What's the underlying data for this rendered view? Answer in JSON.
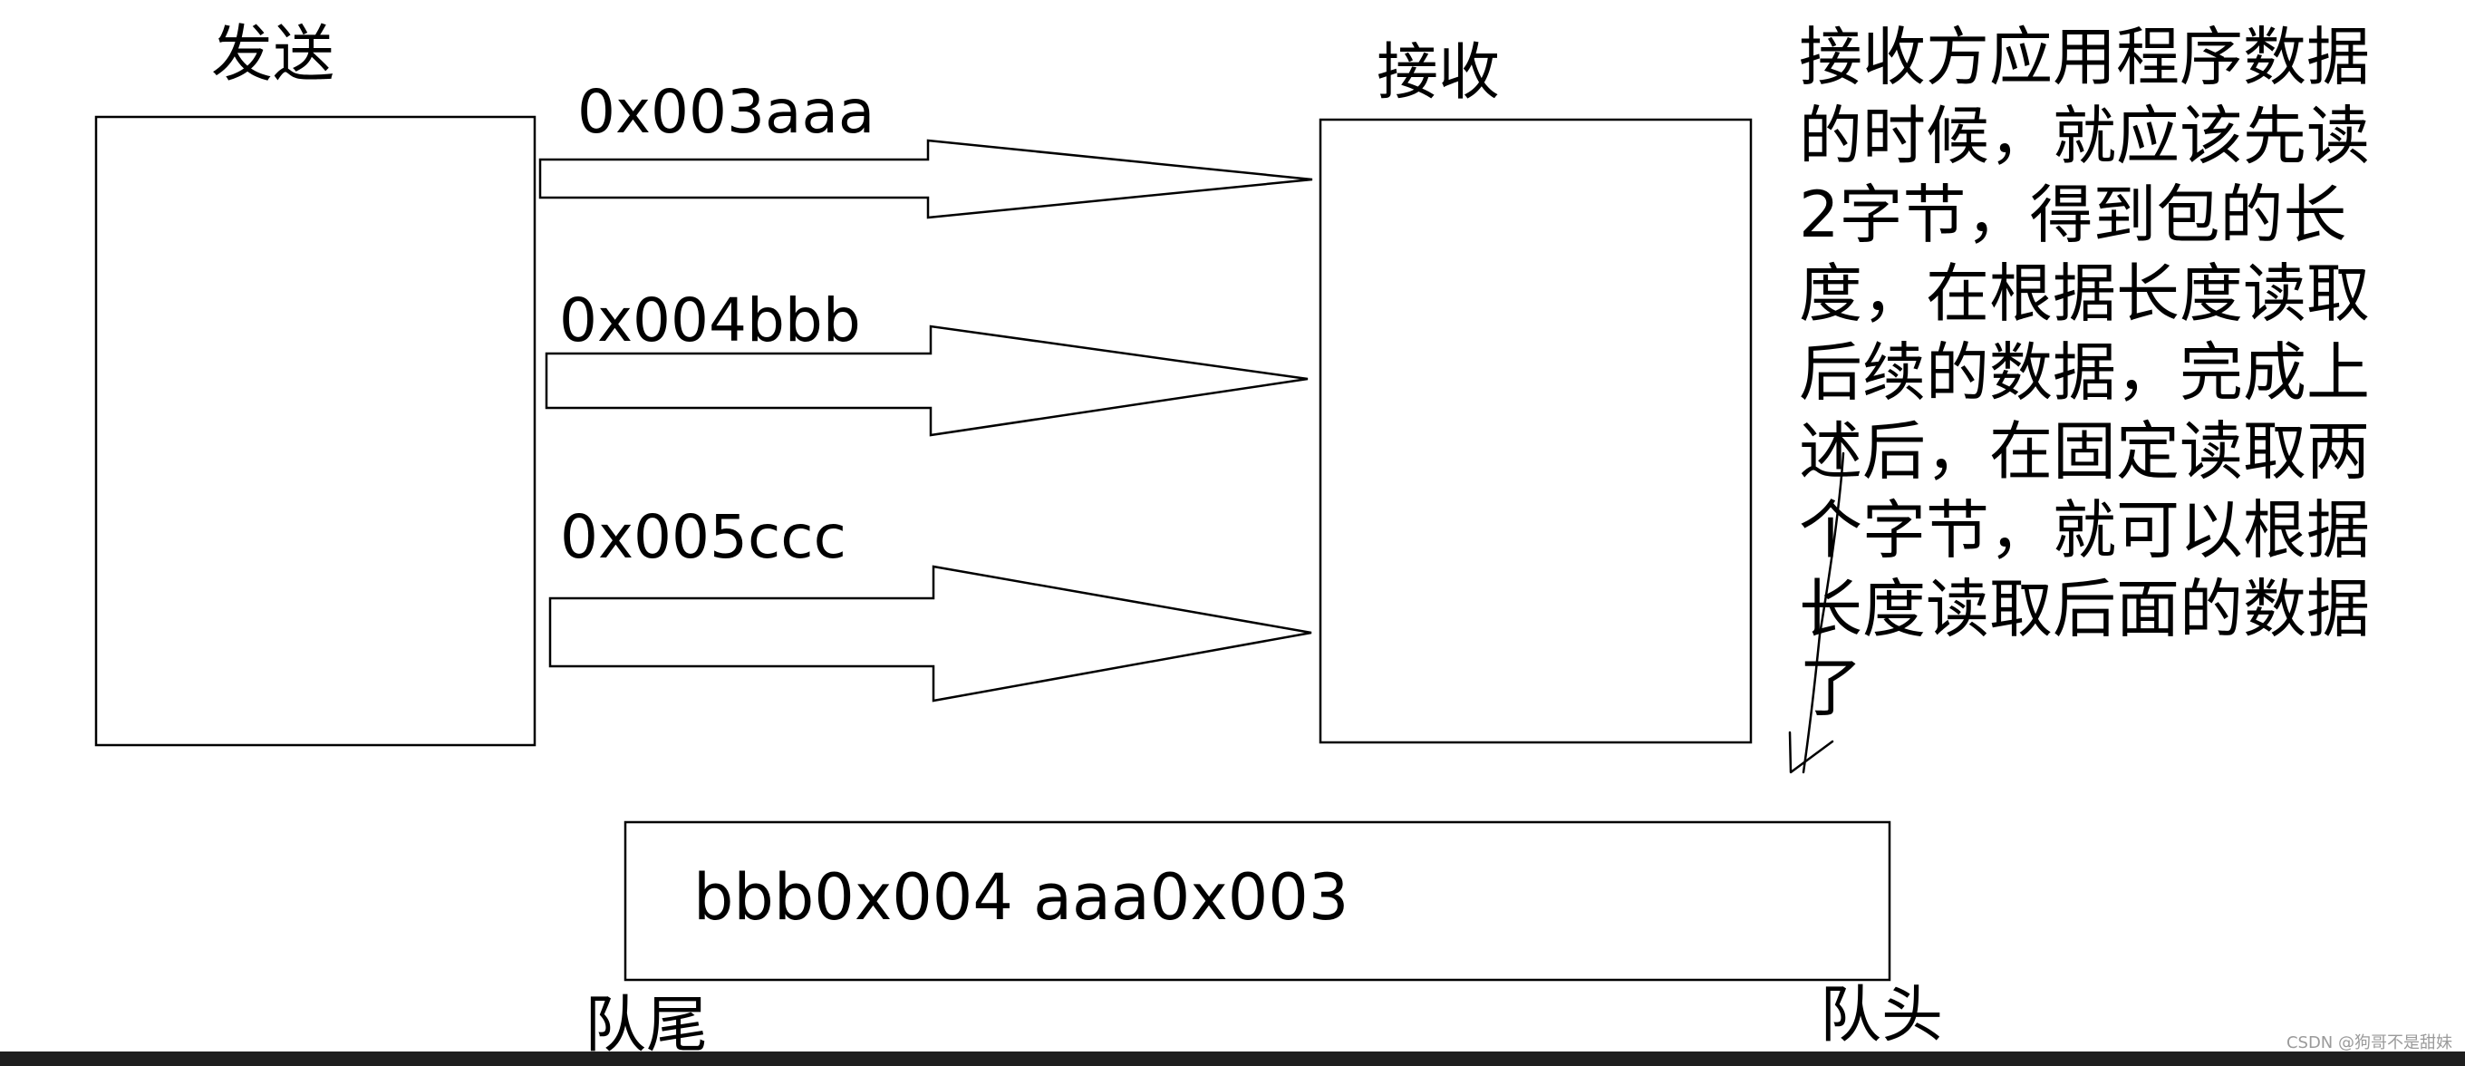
{
  "diagram": {
    "sender_label": "发送",
    "receiver_label": "接收",
    "packets": [
      "0x003aaa",
      "0x004bbb",
      "0x005ccc"
    ],
    "queue_content": "bbb0x004 aaa0x003",
    "queue_tail_label": "队尾",
    "queue_head_label": "队头",
    "note": "接收方应用程序数据\n的时候，就应该先读\n2字节，得到包的长\n度，在根据长度读取\n后续的数据，完成上\n述后，在固定读取两\n个字节，就可以根据\n长度读取后面的数据\n了"
  },
  "footer": {
    "watermark": "CSDN @狗哥不是甜妹"
  },
  "colors": {
    "stroke": "#000000",
    "background": "#ffffff",
    "bottom_bar": "#1e1e1e"
  }
}
